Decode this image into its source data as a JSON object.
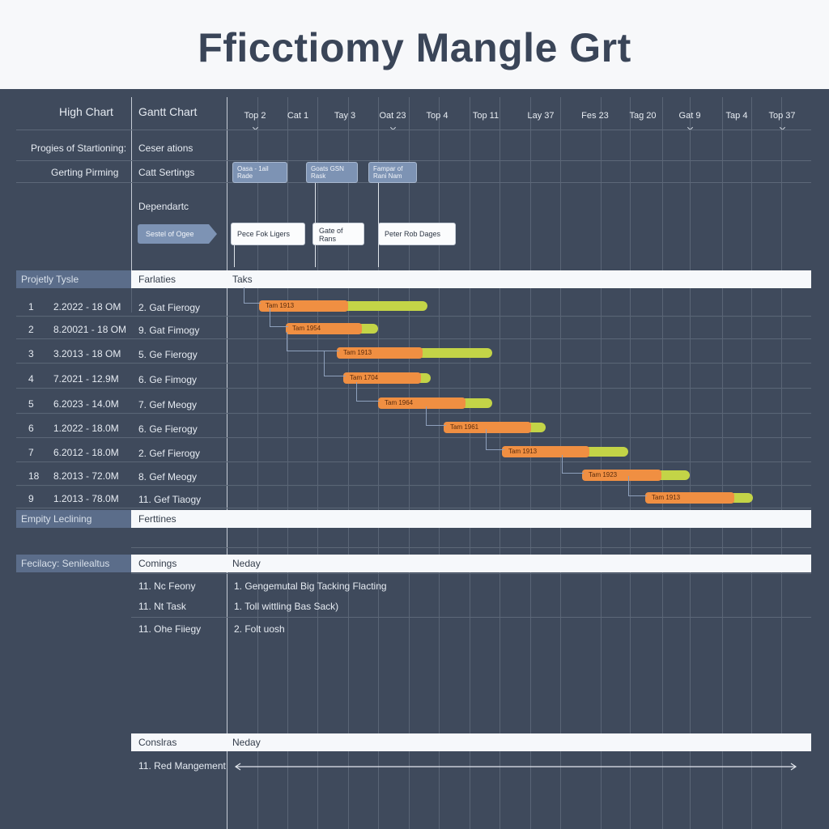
{
  "title": "Fficctiomy Mangle Grt",
  "header": {
    "col1": "High Chart",
    "col2": "Gantt Chart"
  },
  "timeline": [
    "Top 2",
    "Cat 1",
    "Tay 3",
    "Oat 23",
    "Top 4",
    "Top 11",
    "Lay 37",
    "Fes 23",
    "Tag 20",
    "Gat 9",
    "Tap 4",
    "Top 37"
  ],
  "top_section": {
    "left": [
      "Progies of Startioning:",
      "Gerting Pirming"
    ],
    "mid": [
      "Ceser ations",
      "Catt Sertings",
      "Dependartc"
    ],
    "milestones": [
      "Oasa - 1ail Rade",
      "Goats GSN Rask",
      "Fampar of Rani Nam"
    ],
    "callout": "Sestel of Ogee",
    "boxes": [
      "Pece Fok Ligers",
      "Gate of Rans",
      "Peter Rob Dages"
    ]
  },
  "band1": {
    "label": "Projetly Tysle",
    "mid": "Farlaties",
    "right": "Taks"
  },
  "rows": [
    {
      "num": "1",
      "date": "2.2022 - 18 OM",
      "name": "2. Gat Fierogy",
      "bar": "Tam 1913"
    },
    {
      "num": "2",
      "date": "8.20021 - 18 OM",
      "name": "9. Gat Fimogy",
      "bar": "Tam 1954"
    },
    {
      "num": "3",
      "date": "3.2013 - 18 OM",
      "name": "5. Ge Fierogy",
      "bar": "Tam 1913"
    },
    {
      "num": "4",
      "date": "7.2021 - 12.9M",
      "name": "6. Ge Fimogy",
      "bar": "Tam 1704"
    },
    {
      "num": "5",
      "date": "6.2023 - 14.0M",
      "name": "7. Gef Meogy",
      "bar": "Tam 1964"
    },
    {
      "num": "6",
      "date": "1.2022 - 18.0M",
      "name": "6. Ge Fierogy",
      "bar": "Tam 1961"
    },
    {
      "num": "7",
      "date": "6.2012 - 18.0M",
      "name": "2. Gef Fierogy",
      "bar": "Tam 1913"
    },
    {
      "num": "18",
      "date": "8.2013 - 72.0M",
      "name": "8. Gef Meogy",
      "bar": "Tam 1923"
    },
    {
      "num": "9",
      "date": "1.2013 - 78.0M",
      "name": "11. Gef Tiaogy",
      "bar": "Tam 1913"
    }
  ],
  "band2": {
    "label": "Empity Leclining",
    "mid": "Ferttines"
  },
  "band3": {
    "label": "Fecilacy: Senilealtus",
    "mid": "Comings",
    "right": "Neday"
  },
  "section3": [
    {
      "left": "11. Nc Feony",
      "right": "1. Gengemutal Big Tacking Flacting"
    },
    {
      "left": "11. Nt Task",
      "right": "1. Toll wittling Bas Sack)"
    },
    {
      "left": "11. Ohe Fiiegy",
      "right": "2. Folt uosh"
    }
  ],
  "band4": {
    "mid": "Conslras",
    "right": "Neday"
  },
  "footer": {
    "left": "11. Red Mangement"
  },
  "colors": {
    "panel": "#3f4a5c",
    "bar_orange": "#f08f42",
    "bar_green": "#c3d447",
    "milestone": "#7d93b4"
  }
}
